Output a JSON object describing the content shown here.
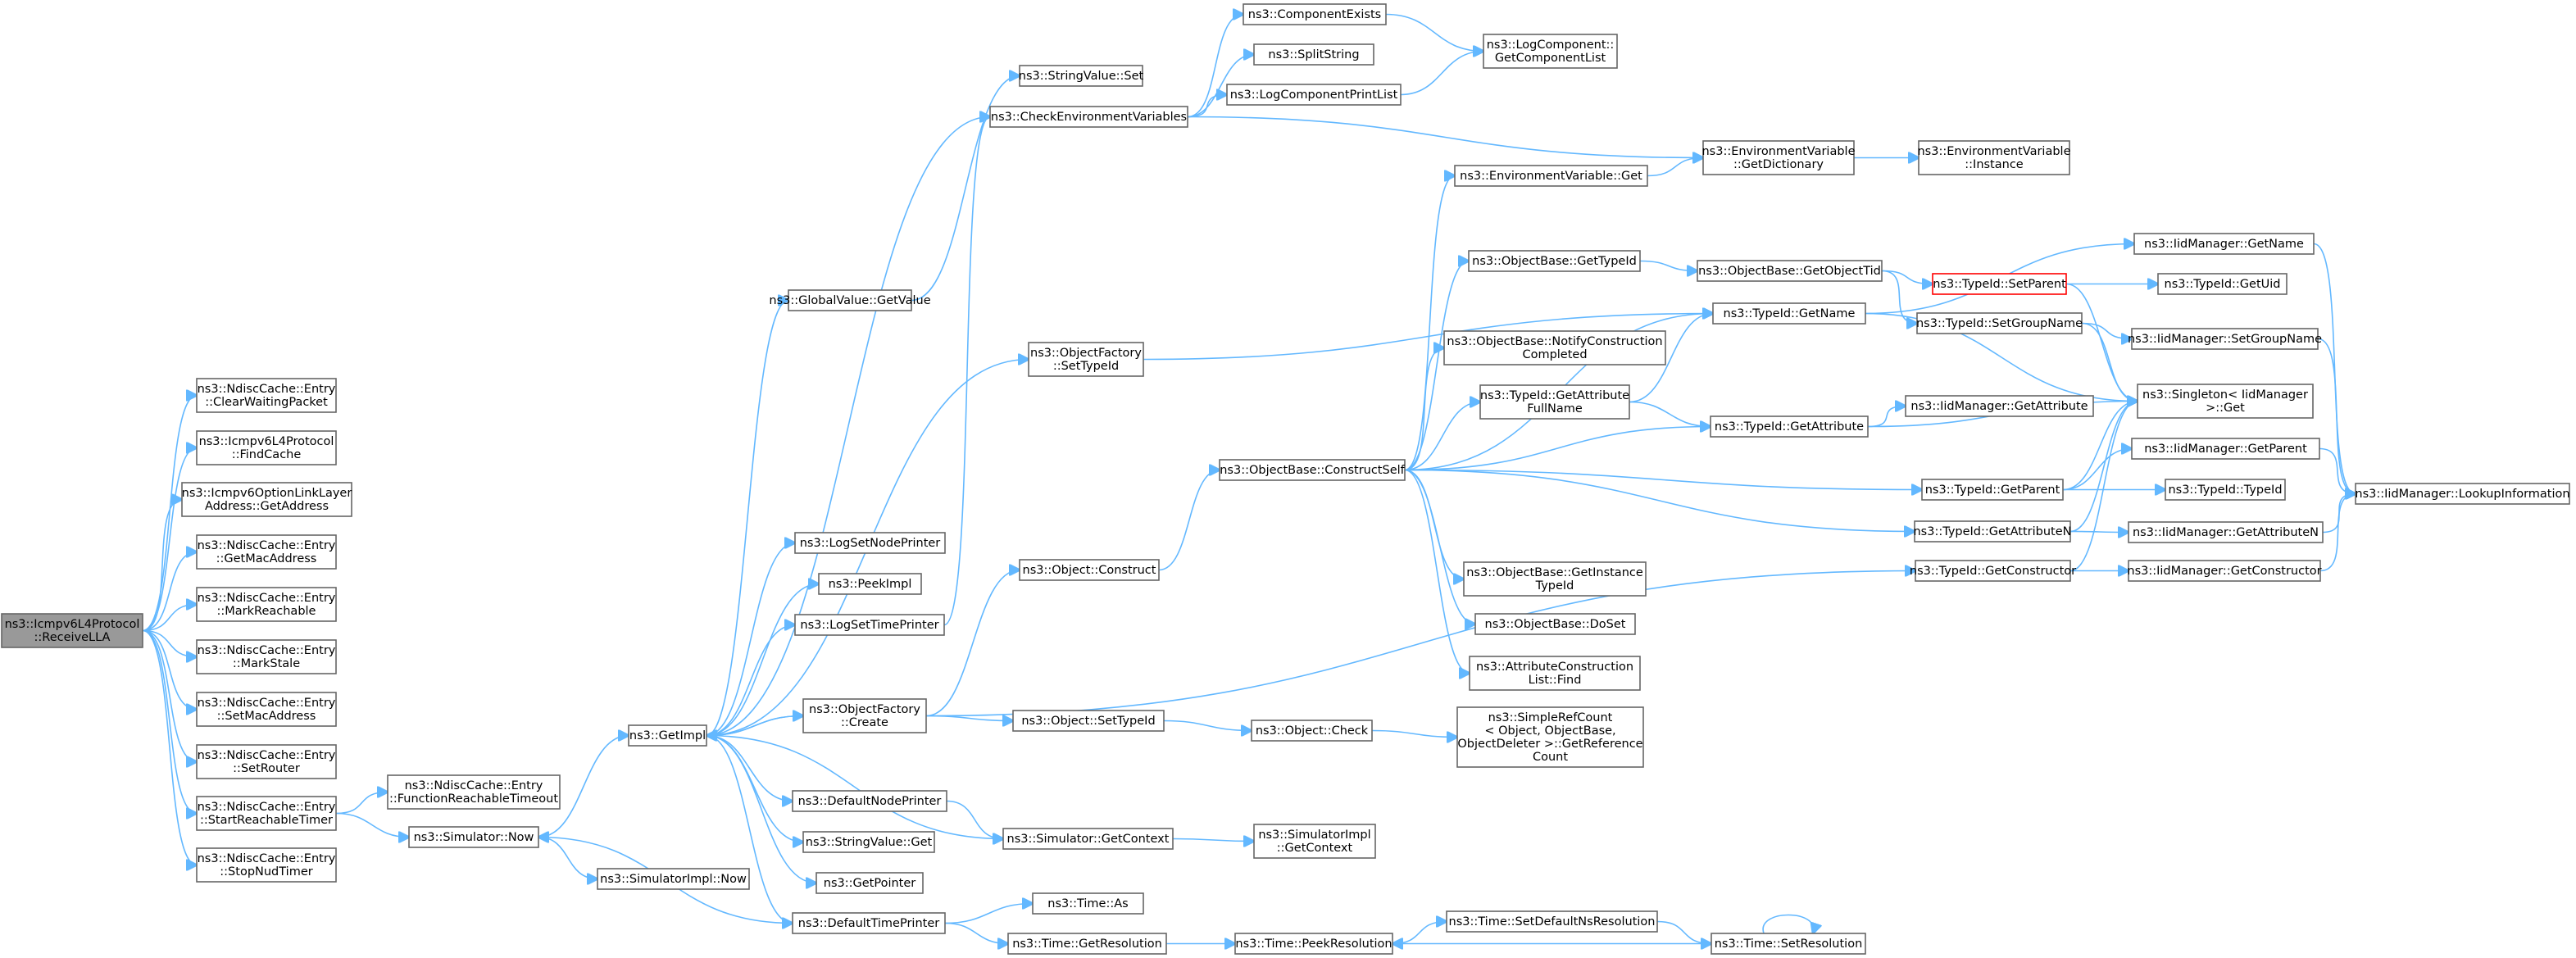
{
  "colors": {
    "edge": "#63b8ff",
    "node_border": "#666666",
    "root_fill": "#999999",
    "highlight_border": "#ff0000"
  },
  "nodes": [
    {
      "id": "root",
      "lines": [
        "ns3::Icmpv6L4Protocol",
        "::ReceiveLLA"
      ],
      "root": true
    },
    {
      "id": "clearWaiting",
      "lines": [
        "ns3::NdiscCache::Entry",
        "::ClearWaitingPacket"
      ]
    },
    {
      "id": "findCache",
      "lines": [
        "ns3::Icmpv6L4Protocol",
        "::FindCache"
      ]
    },
    {
      "id": "getAddress",
      "lines": [
        "ns3::Icmpv6OptionLinkLayer",
        "Address::GetAddress"
      ]
    },
    {
      "id": "getMac",
      "lines": [
        "ns3::NdiscCache::Entry",
        "::GetMacAddress"
      ]
    },
    {
      "id": "markReach",
      "lines": [
        "ns3::NdiscCache::Entry",
        "::MarkReachable"
      ]
    },
    {
      "id": "markStale",
      "lines": [
        "ns3::NdiscCache::Entry",
        "::MarkStale"
      ]
    },
    {
      "id": "setMac",
      "lines": [
        "ns3::NdiscCache::Entry",
        "::SetMacAddress"
      ]
    },
    {
      "id": "setRouter",
      "lines": [
        "ns3::NdiscCache::Entry",
        "::SetRouter"
      ]
    },
    {
      "id": "startReach",
      "lines": [
        "ns3::NdiscCache::Entry",
        "::StartReachableTimer"
      ]
    },
    {
      "id": "stopNud",
      "lines": [
        "ns3::NdiscCache::Entry",
        "::StopNudTimer"
      ]
    },
    {
      "id": "funcReach",
      "lines": [
        "ns3::NdiscCache::Entry",
        "::FunctionReachableTimeout"
      ]
    },
    {
      "id": "simNow",
      "lines": [
        "ns3::Simulator::Now"
      ]
    },
    {
      "id": "simImplNow",
      "lines": [
        "ns3::SimulatorImpl::Now"
      ]
    },
    {
      "id": "getImpl",
      "lines": [
        "ns3::GetImpl"
      ]
    },
    {
      "id": "gvGetValue",
      "lines": [
        "ns3::GlobalValue::GetValue"
      ]
    },
    {
      "id": "svSet",
      "lines": [
        "ns3::StringValue::Set"
      ]
    },
    {
      "id": "checkEnv",
      "lines": [
        "ns3::CheckEnvironmentVariables"
      ]
    },
    {
      "id": "compExists",
      "lines": [
        "ns3::ComponentExists"
      ]
    },
    {
      "id": "splitString",
      "lines": [
        "ns3::SplitString"
      ]
    },
    {
      "id": "logCompPrint",
      "lines": [
        "ns3::LogComponentPrintList"
      ]
    },
    {
      "id": "logCompGetList",
      "lines": [
        "ns3::LogComponent::",
        "GetComponentList"
      ]
    },
    {
      "id": "envGetDict",
      "lines": [
        "ns3::EnvironmentVariable",
        "::GetDictionary"
      ]
    },
    {
      "id": "envInstance",
      "lines": [
        "ns3::EnvironmentVariable",
        "::Instance"
      ]
    },
    {
      "id": "envGet",
      "lines": [
        "ns3::EnvironmentVariable::Get"
      ]
    },
    {
      "id": "ofSetTypeId",
      "lines": [
        "ns3::ObjectFactory",
        "::SetTypeId"
      ]
    },
    {
      "id": "logSetNode",
      "lines": [
        "ns3::LogSetNodePrinter"
      ]
    },
    {
      "id": "peekImpl",
      "lines": [
        "ns3::PeekImpl"
      ]
    },
    {
      "id": "logSetTime",
      "lines": [
        "ns3::LogSetTimePrinter"
      ]
    },
    {
      "id": "ofCreate",
      "lines": [
        "ns3::ObjectFactory",
        "::Create"
      ]
    },
    {
      "id": "defNodePrinter",
      "lines": [
        "ns3::DefaultNodePrinter"
      ]
    },
    {
      "id": "svGet",
      "lines": [
        "ns3::StringValue::Get"
      ]
    },
    {
      "id": "getPointer",
      "lines": [
        "ns3::GetPointer"
      ]
    },
    {
      "id": "defTimePrinter",
      "lines": [
        "ns3::DefaultTimePrinter"
      ]
    },
    {
      "id": "objConstruct",
      "lines": [
        "ns3::Object::Construct"
      ]
    },
    {
      "id": "objSetTypeId",
      "lines": [
        "ns3::Object::SetTypeId"
      ]
    },
    {
      "id": "simGetContext",
      "lines": [
        "ns3::Simulator::GetContext"
      ]
    },
    {
      "id": "timeAs",
      "lines": [
        "ns3::Time::As"
      ]
    },
    {
      "id": "timeGetRes",
      "lines": [
        "ns3::Time::GetResolution"
      ]
    },
    {
      "id": "constructSelf",
      "lines": [
        "ns3::ObjectBase::ConstructSelf"
      ]
    },
    {
      "id": "objCheck",
      "lines": [
        "ns3::Object::Check"
      ]
    },
    {
      "id": "simImplGetCtx",
      "lines": [
        "ns3::SimulatorImpl",
        "::GetContext"
      ]
    },
    {
      "id": "timePeekRes",
      "lines": [
        "ns3::Time::PeekResolution"
      ]
    },
    {
      "id": "obGetTypeId",
      "lines": [
        "ns3::ObjectBase::GetTypeId"
      ]
    },
    {
      "id": "obNotify",
      "lines": [
        "ns3::ObjectBase::NotifyConstruction",
        "Completed"
      ]
    },
    {
      "id": "tidGetAttrFull",
      "lines": [
        "ns3::TypeId::GetAttribute",
        "FullName"
      ]
    },
    {
      "id": "obGetInstance",
      "lines": [
        "ns3::ObjectBase::GetInstance",
        "TypeId"
      ]
    },
    {
      "id": "obDoSet",
      "lines": [
        "ns3::ObjectBase::DoSet"
      ]
    },
    {
      "id": "attrFind",
      "lines": [
        "ns3::AttributeConstruction",
        "List::Find"
      ]
    },
    {
      "id": "simpleRef",
      "lines": [
        "ns3::SimpleRefCount",
        "< Object, ObjectBase,",
        "ObjectDeleter >::GetReference",
        "Count"
      ]
    },
    {
      "id": "timeSetDefault",
      "lines": [
        "ns3::Time::SetDefaultNsResolution"
      ]
    },
    {
      "id": "obGetObjTid",
      "lines": [
        "ns3::ObjectBase::GetObjectTid"
      ]
    },
    {
      "id": "tidGetName",
      "lines": [
        "ns3::TypeId::GetName"
      ]
    },
    {
      "id": "tidGetAttr",
      "lines": [
        "ns3::TypeId::GetAttribute"
      ]
    },
    {
      "id": "tidGetParent",
      "lines": [
        "ns3::TypeId::GetParent"
      ]
    },
    {
      "id": "tidGetAttrN",
      "lines": [
        "ns3::TypeId::GetAttributeN"
      ]
    },
    {
      "id": "tidGetCtor",
      "lines": [
        "ns3::TypeId::GetConstructor"
      ]
    },
    {
      "id": "timeSetRes",
      "lines": [
        "ns3::Time::SetResolution"
      ]
    },
    {
      "id": "tidSetParent",
      "lines": [
        "ns3::TypeId::SetParent"
      ],
      "highlight": true
    },
    {
      "id": "tidSetGroup",
      "lines": [
        "ns3::TypeId::SetGroupName"
      ]
    },
    {
      "id": "singletonGet",
      "lines": [
        "ns3::Singleton< IidManager",
        ">::Get"
      ]
    },
    {
      "id": "iidGetName",
      "lines": [
        "ns3::IidManager::GetName"
      ]
    },
    {
      "id": "tidGetUid",
      "lines": [
        "ns3::TypeId::GetUid"
      ]
    },
    {
      "id": "iidSetGroup",
      "lines": [
        "ns3::IidManager::SetGroupName"
      ]
    },
    {
      "id": "iidGetAttr",
      "lines": [
        "ns3::IidManager::GetAttribute"
      ]
    },
    {
      "id": "iidGetParent",
      "lines": [
        "ns3::IidManager::GetParent"
      ]
    },
    {
      "id": "tidTypeId",
      "lines": [
        "ns3::TypeId::TypeId"
      ]
    },
    {
      "id": "iidGetAttrN",
      "lines": [
        "ns3::IidManager::GetAttributeN"
      ]
    },
    {
      "id": "iidGetCtor",
      "lines": [
        "ns3::IidManager::GetConstructor"
      ]
    },
    {
      "id": "iidLookup",
      "lines": [
        "ns3::IidManager::LookupInformation"
      ]
    }
  ],
  "edges": [
    [
      "root",
      "clearWaiting"
    ],
    [
      "root",
      "findCache"
    ],
    [
      "root",
      "getAddress"
    ],
    [
      "root",
      "getMac"
    ],
    [
      "root",
      "markReach"
    ],
    [
      "root",
      "markStale"
    ],
    [
      "root",
      "setMac"
    ],
    [
      "root",
      "setRouter"
    ],
    [
      "root",
      "startReach"
    ],
    [
      "root",
      "stopNud"
    ],
    [
      "startReach",
      "funcReach"
    ],
    [
      "startReach",
      "simNow"
    ],
    [
      "simNow",
      "getImpl"
    ],
    [
      "simNow",
      "simImplNow"
    ],
    [
      "getImpl",
      "gvGetValue"
    ],
    [
      "getImpl",
      "checkEnv"
    ],
    [
      "getImpl",
      "logSetNode"
    ],
    [
      "getImpl",
      "peekImpl"
    ],
    [
      "getImpl",
      "logSetTime"
    ],
    [
      "getImpl",
      "ofCreate"
    ],
    [
      "getImpl",
      "defNodePrinter"
    ],
    [
      "getImpl",
      "svGet"
    ],
    [
      "getImpl",
      "getPointer"
    ],
    [
      "getImpl",
      "defTimePrinter"
    ],
    [
      "getImpl",
      "ofSetTypeId"
    ],
    [
      "getImpl",
      "simGetContext"
    ],
    [
      "gvGetValue",
      "svSet"
    ],
    [
      "checkEnv",
      "compExists"
    ],
    [
      "checkEnv",
      "splitString"
    ],
    [
      "checkEnv",
      "logCompPrint"
    ],
    [
      "checkEnv",
      "envGetDict"
    ],
    [
      "compExists",
      "logCompGetList"
    ],
    [
      "logCompPrint",
      "logCompGetList"
    ],
    [
      "envGetDict",
      "envInstance"
    ],
    [
      "envGet",
      "envGetDict"
    ],
    [
      "ofSetTypeId",
      "tidGetName"
    ],
    [
      "logSetTime",
      "checkEnv"
    ],
    [
      "ofCreate",
      "objConstruct"
    ],
    [
      "ofCreate",
      "objSetTypeId"
    ],
    [
      "ofCreate",
      "getImpl"
    ],
    [
      "ofCreate",
      "tidGetCtor"
    ],
    [
      "defNodePrinter",
      "simGetContext"
    ],
    [
      "defTimePrinter",
      "simNow"
    ],
    [
      "defTimePrinter",
      "timeAs"
    ],
    [
      "defTimePrinter",
      "timeGetRes"
    ],
    [
      "objConstruct",
      "constructSelf"
    ],
    [
      "objSetTypeId",
      "objCheck"
    ],
    [
      "objCheck",
      "simpleRef"
    ],
    [
      "simGetContext",
      "simImplGetCtx"
    ],
    [
      "timeGetRes",
      "timePeekRes"
    ],
    [
      "constructSelf",
      "envGet"
    ],
    [
      "constructSelf",
      "obGetTypeId"
    ],
    [
      "constructSelf",
      "tidGetName"
    ],
    [
      "constructSelf",
      "obNotify"
    ],
    [
      "constructSelf",
      "tidGetAttrFull"
    ],
    [
      "constructSelf",
      "tidGetAttr"
    ],
    [
      "constructSelf",
      "tidGetParent"
    ],
    [
      "constructSelf",
      "tidGetAttrN"
    ],
    [
      "constructSelf",
      "obGetInstance"
    ],
    [
      "constructSelf",
      "obDoSet"
    ],
    [
      "constructSelf",
      "attrFind"
    ],
    [
      "obGetTypeId",
      "obGetObjTid"
    ],
    [
      "obGetObjTid",
      "tidSetParent"
    ],
    [
      "obGetObjTid",
      "tidSetGroup"
    ],
    [
      "tidGetAttrFull",
      "tidGetName"
    ],
    [
      "tidGetAttrFull",
      "tidGetAttr"
    ],
    [
      "timePeekRes",
      "timeSetDefault"
    ],
    [
      "timeSetDefault",
      "timeSetRes"
    ],
    [
      "timeSetRes",
      "timePeekRes"
    ],
    [
      "timeSetRes",
      "timeSetRes"
    ],
    [
      "tidGetName",
      "iidGetName"
    ],
    [
      "tidGetName",
      "singletonGet"
    ],
    [
      "tidGetAttr",
      "iidGetAttr"
    ],
    [
      "tidGetAttr",
      "singletonGet"
    ],
    [
      "tidGetParent",
      "iidGetParent"
    ],
    [
      "tidGetParent",
      "tidTypeId"
    ],
    [
      "tidGetParent",
      "singletonGet"
    ],
    [
      "tidGetAttrN",
      "iidGetAttrN"
    ],
    [
      "tidGetAttrN",
      "singletonGet"
    ],
    [
      "tidGetCtor",
      "iidGetCtor"
    ],
    [
      "tidGetCtor",
      "singletonGet"
    ],
    [
      "tidSetParent",
      "tidGetUid"
    ],
    [
      "tidSetParent",
      "singletonGet"
    ],
    [
      "tidSetGroup",
      "iidSetGroup"
    ],
    [
      "tidSetGroup",
      "singletonGet"
    ],
    [
      "iidGetName",
      "iidLookup"
    ],
    [
      "iidSetGroup",
      "iidLookup"
    ],
    [
      "iidGetParent",
      "iidLookup"
    ],
    [
      "iidGetAttrN",
      "iidLookup"
    ],
    [
      "iidGetCtor",
      "iidLookup"
    ]
  ]
}
